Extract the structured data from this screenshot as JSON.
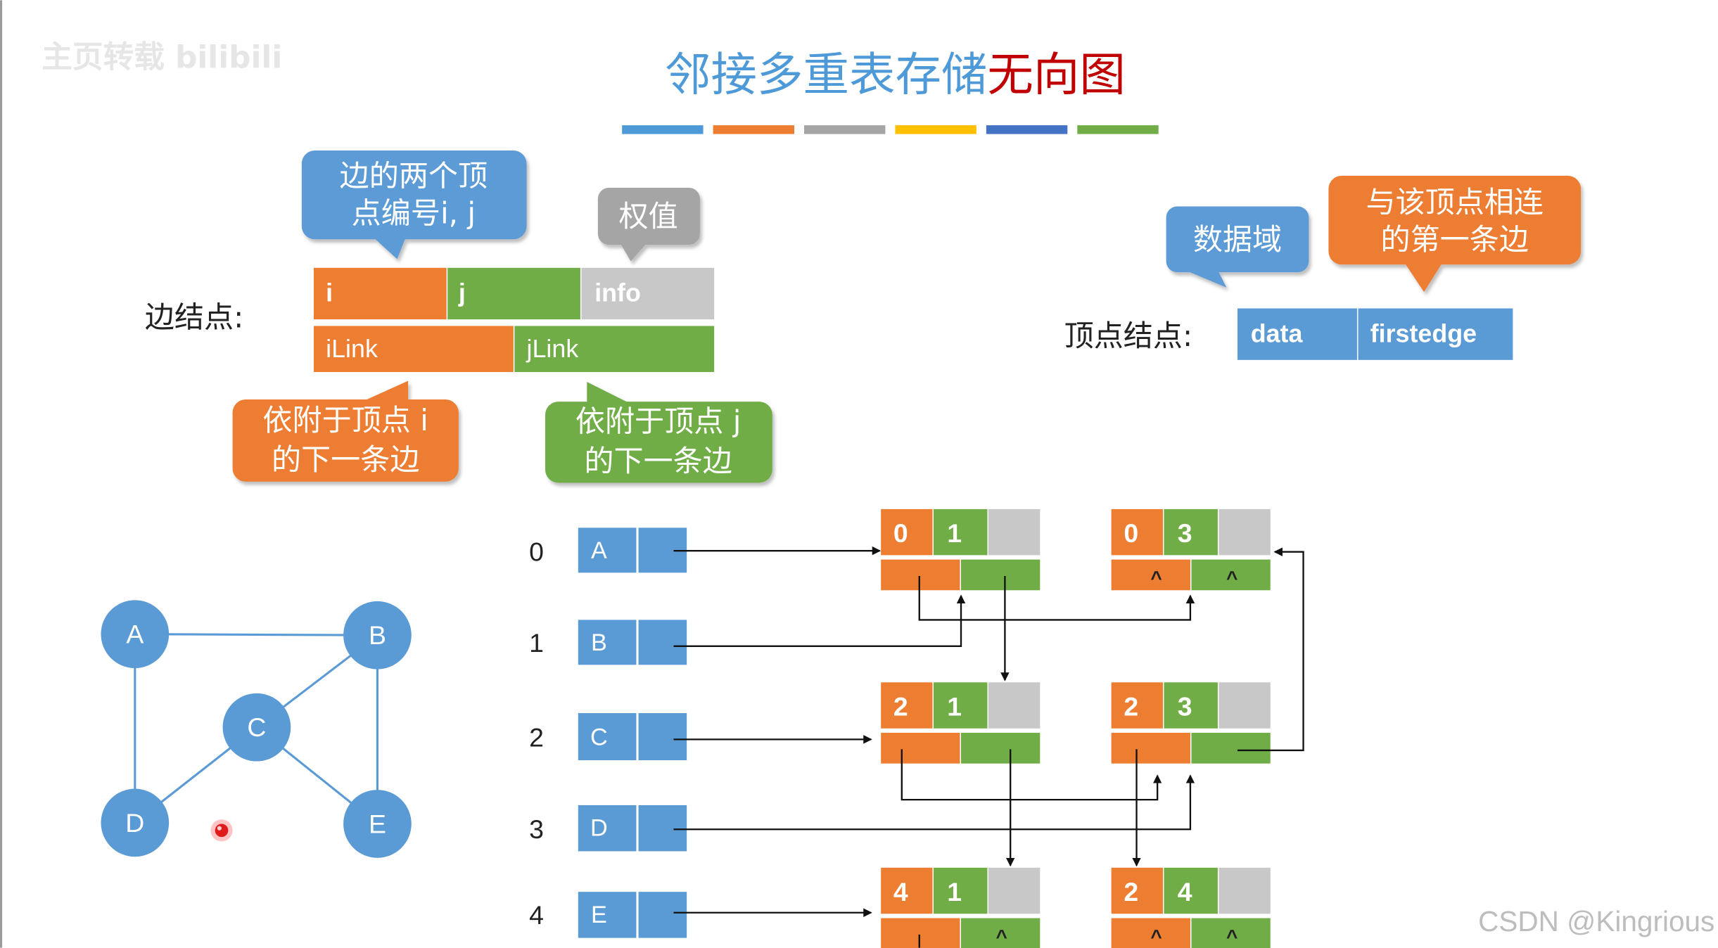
{
  "watermark": {
    "top_left": "主页转载 bilibili",
    "bottom_right": "CSDN @Kingrious"
  },
  "title": {
    "blue_part": "邻接多重表存储",
    "red_part": "无向图"
  },
  "title_underline_colors": [
    "#4e9ad8",
    "#ed7d31",
    "#a5a5a5",
    "#ffc000",
    "#4472c4",
    "#70ad47"
  ],
  "colors": {
    "blue": "#5b9bd5",
    "orange": "#ed7d31",
    "green": "#70ad47",
    "gray": "#c8c8c8",
    "title_blue": "#4e9ad8",
    "title_red": "#c00000",
    "black": "#111111"
  },
  "edge_node": {
    "label": "边结点:",
    "fields": {
      "i": "i",
      "j": "j",
      "info": "info",
      "ilink": "iLink",
      "jlink": "jLink"
    }
  },
  "vertex_node": {
    "label": "顶点结点:",
    "fields": {
      "data": "data",
      "firstedge": "firstedge"
    }
  },
  "callouts": {
    "endpoints": [
      "边的两个顶",
      "点编号i, j"
    ],
    "weight": "权值",
    "ilink_desc": [
      "依附于顶点 i",
      "的下一条边"
    ],
    "jlink_desc": [
      "依附于顶点 j",
      "的下一条边"
    ],
    "data_desc": "数据域",
    "firstedge_desc": [
      "与该顶点相连",
      "的第一条边"
    ]
  },
  "graph": {
    "nodes": [
      "A",
      "B",
      "C",
      "D",
      "E"
    ],
    "edges": [
      [
        "A",
        "B"
      ],
      [
        "A",
        "D"
      ],
      [
        "B",
        "C"
      ],
      [
        "B",
        "E"
      ],
      [
        "C",
        "D"
      ],
      [
        "C",
        "E"
      ]
    ]
  },
  "vertex_list": {
    "indices": [
      "0",
      "1",
      "2",
      "3",
      "4"
    ],
    "data": [
      "A",
      "B",
      "C",
      "D",
      "E"
    ]
  },
  "edge_list": [
    {
      "i": "0",
      "j": "1",
      "ilink": "",
      "jlink": ""
    },
    {
      "i": "0",
      "j": "3",
      "ilink": "^",
      "jlink": "^"
    },
    {
      "i": "2",
      "j": "1",
      "ilink": "",
      "jlink": ""
    },
    {
      "i": "2",
      "j": "3",
      "ilink": "",
      "jlink": ""
    },
    {
      "i": "4",
      "j": "1",
      "ilink": "",
      "jlink": "^"
    },
    {
      "i": "2",
      "j": "4",
      "ilink": "^",
      "jlink": "^"
    }
  ]
}
